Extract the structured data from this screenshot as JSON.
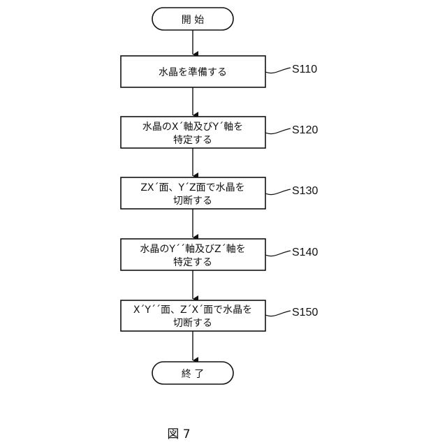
{
  "diagram": {
    "start": {
      "label": "開 始"
    },
    "steps": [
      {
        "lines": [
          "水晶を準備する"
        ],
        "step_id": "S110"
      },
      {
        "lines": [
          "水晶のX´軸及びY´軸を",
          "特定する"
        ],
        "step_id": "S120"
      },
      {
        "lines": [
          "ZX´面、Y´Z面で水晶を",
          "切断する"
        ],
        "step_id": "S130"
      },
      {
        "lines": [
          "水晶のY´´軸及びZ´軸を",
          "特定する"
        ],
        "step_id": "S140"
      },
      {
        "lines": [
          "X´Y´´面、Z´X´面で水晶を",
          "切断する"
        ],
        "step_id": "S150"
      }
    ],
    "end": {
      "label": "終 了"
    }
  },
  "caption": "図 7",
  "colors": {
    "line": "#111111",
    "background": "#ffffff"
  }
}
